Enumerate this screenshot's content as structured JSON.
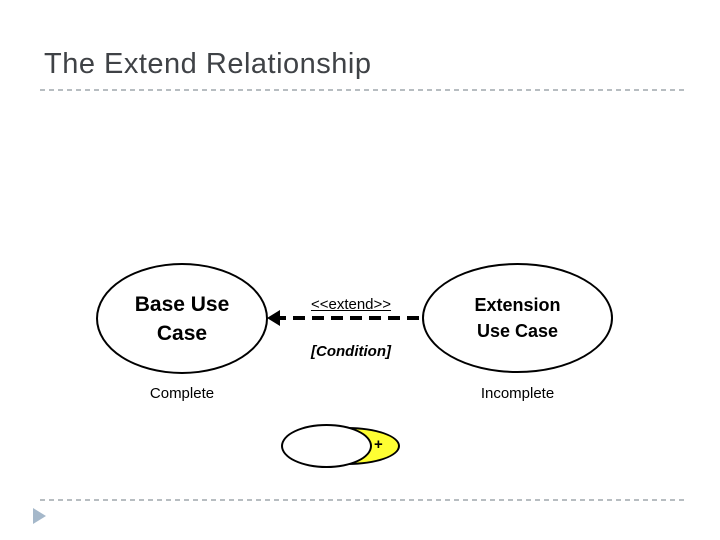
{
  "slide": {
    "title": "The Extend Relationship",
    "colors": {
      "title_text": "#3f4246",
      "divider": "#b7bdc1",
      "ellipse_stroke": "#000000",
      "legend_yellow": "#ffff33",
      "bullet_triangle": "#a5b8ca"
    },
    "diagram": {
      "base_ellipse": {
        "line1": "Base Use",
        "line2": "Case",
        "caption": "Complete"
      },
      "extension_ellipse": {
        "line1": "Extension",
        "line2": "Use Case",
        "caption": "Incomplete"
      },
      "arrow": {
        "stereotype": "<<extend>>",
        "condition": "[Condition]",
        "direction": "extension-to-base"
      },
      "legend": {
        "plus": "+"
      }
    }
  }
}
